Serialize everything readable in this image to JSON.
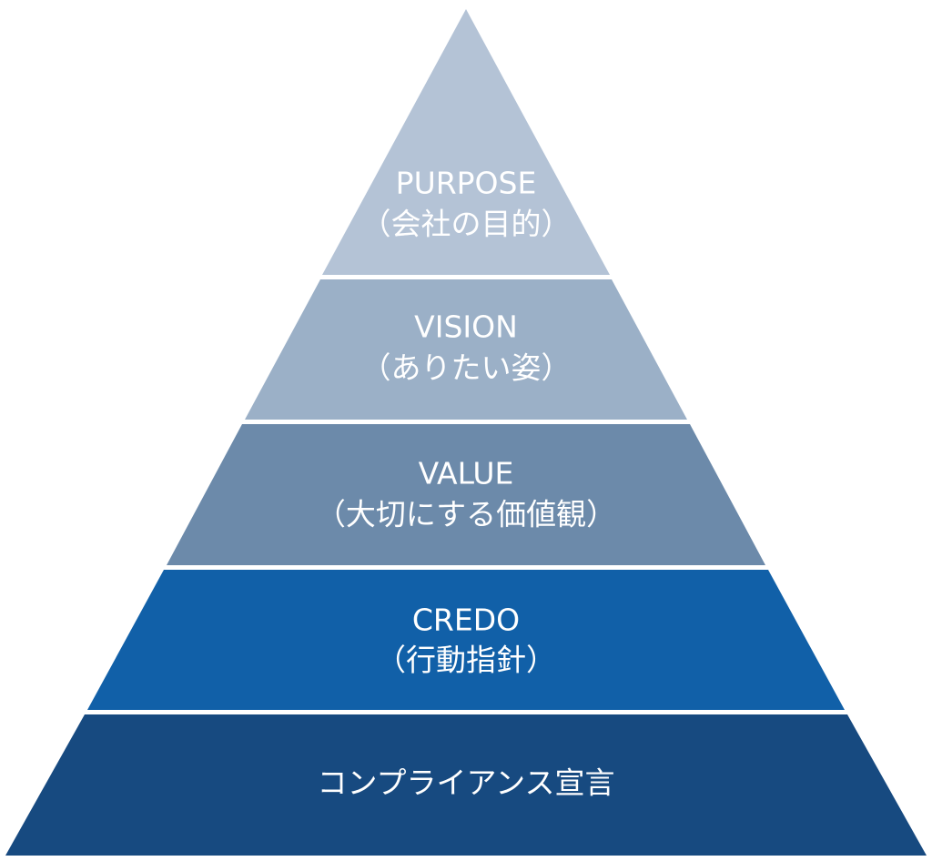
{
  "pyramid": {
    "tiers": [
      {
        "title": "PURPOSE",
        "subtitle": "（会社の目的）",
        "color": "#b4c3d6"
      },
      {
        "title": "VISION",
        "subtitle": "（ありたい姿）",
        "color": "#9bb0c7"
      },
      {
        "title": "VALUE",
        "subtitle": "（大切にする価値観）",
        "color": "#6c8aaa"
      },
      {
        "title": "CREDO",
        "subtitle": "（行動指針）",
        "color": "#1160a8"
      },
      {
        "title": "コンプライアンス宣言",
        "subtitle": "",
        "color": "#174a80"
      }
    ]
  }
}
